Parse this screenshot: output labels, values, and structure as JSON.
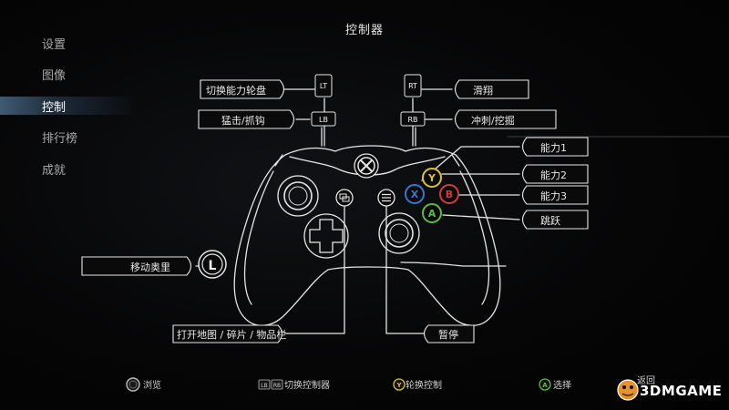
{
  "screen": {
    "title": "控制器"
  },
  "menu": {
    "items": [
      {
        "label": "设置"
      },
      {
        "label": "图像"
      },
      {
        "label": "控制",
        "active": true
      },
      {
        "label": "排行榜"
      },
      {
        "label": "成就"
      }
    ]
  },
  "controller": {
    "bumpers": {
      "lt": "LT",
      "rt": "RT",
      "lb": "LB",
      "rb": "RB"
    },
    "face_buttons": {
      "y": "Y",
      "b": "B",
      "x": "X",
      "a": "A"
    },
    "left_stick": "L",
    "mappings": {
      "lt": "切换能力轮盘",
      "lb": "猛击/抓钩",
      "rt": "滑翔",
      "rb": "冲刺/挖掘",
      "x": "能力1",
      "y": "能力2",
      "b": "能力3",
      "a": "跳跃",
      "left_stick": "移动奥里",
      "view": "打开地图 / 碎片 / 物品栏",
      "menu": "暂停"
    }
  },
  "footer": {
    "browse": "浏览",
    "switch_controller": "切换控制器",
    "switch_controller_keys": [
      "LB",
      "RB"
    ],
    "rotate_control": "轮换控制",
    "select": "选择",
    "back": "返回"
  },
  "watermark": "3DMGAME",
  "colors": {
    "y_button": "#d9c23a",
    "b_button": "#d33b3b",
    "x_button": "#3b76d3",
    "a_button": "#5fb944",
    "menu_highlight": "#6ea0c8"
  }
}
